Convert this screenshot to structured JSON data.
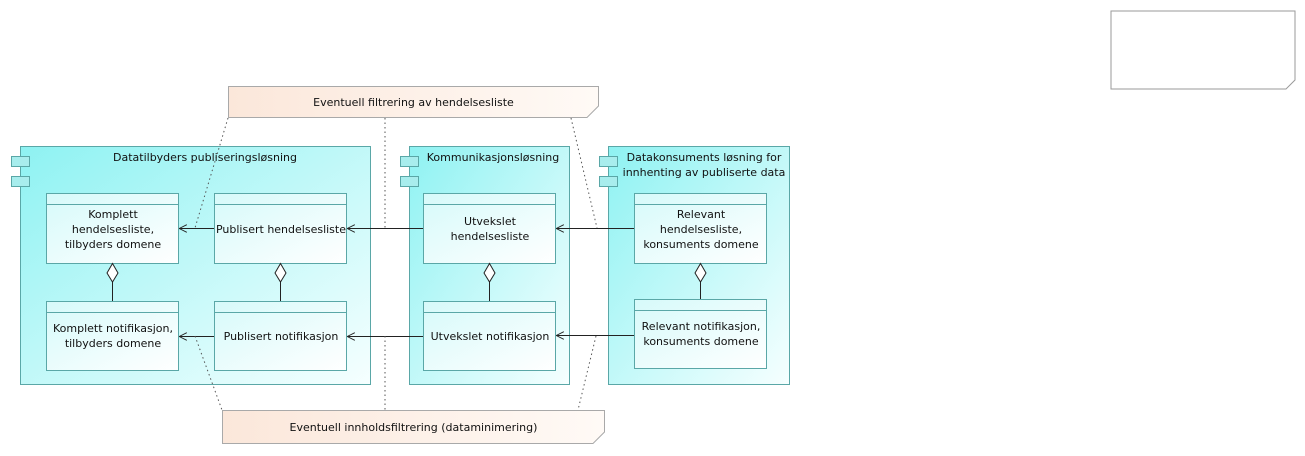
{
  "components": {
    "publisher": {
      "title": "Datatilbyders publiseringsløsning"
    },
    "communication": {
      "title": "Kommunikasjonsløsning"
    },
    "consumer": {
      "title": "Datakonsuments løsning for\ninnhenting av publiserte data"
    }
  },
  "objects": {
    "complete_event_list": "Komplett\nhendelsesliste,\ntilbyders domene",
    "published_event_list": "Publisert hendelsesliste",
    "exchanged_event_list": "Utvekslet\nhendelsesliste",
    "relevant_event_list": "Relevant\nhendelsesliste,\nkonsuments domene",
    "complete_notification": "Komplett notifikasjon,\ntilbyders domene",
    "published_notification": "Publisert notifikasjon",
    "exchanged_notification": "Utvekslet notifikasjon",
    "relevant_notification": "Relevant notifikasjon,\nkonsuments domene"
  },
  "notes": {
    "event_list_filtering": "Eventuell filtrering av hendelsesliste",
    "content_filtering": "Eventuell innholdsfiltrering (dataminimering)"
  },
  "colors": {
    "component_fill_start": "#8ef2f2",
    "component_fill_end": "#f2ffff",
    "component_border": "#5aa7a7",
    "note_fill": "#fdf1ea",
    "note_border": "#a9a9a9",
    "line": "#222222"
  }
}
